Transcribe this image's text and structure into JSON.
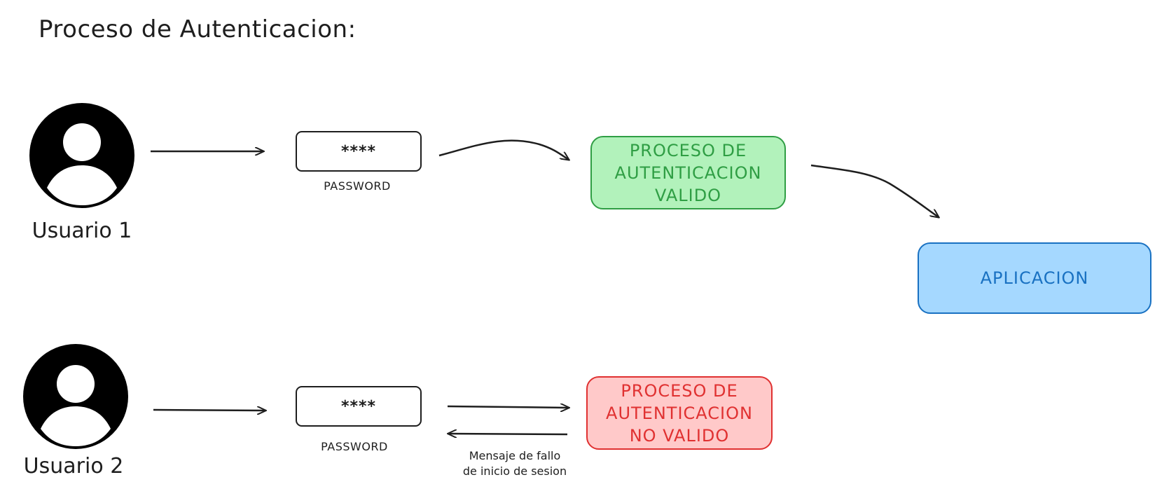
{
  "title": "Proceso de Autenticacion:",
  "users": [
    {
      "label": "Usuario 1"
    },
    {
      "label": "Usuario 2"
    }
  ],
  "password_boxes": [
    {
      "value": "****",
      "label": "PASSWORD"
    },
    {
      "value": "****",
      "label": "PASSWORD"
    }
  ],
  "process_valid": {
    "line1": "PROCESO DE",
    "line2": "AUTENTICACION",
    "line3": "VALIDO"
  },
  "process_invalid": {
    "line1": "PROCESO DE",
    "line2": "AUTENTICACION",
    "line3": "NO VALIDO"
  },
  "application": {
    "label": "APLICACION"
  },
  "failure_message": {
    "line1": "Mensaje de fallo",
    "line2": "de inicio de sesion"
  },
  "colors": {
    "valid_fill": "#b2f2bb",
    "valid_stroke": "#2f9e44",
    "invalid_fill": "#ffc9c9",
    "invalid_stroke": "#e03131",
    "app_fill": "#a5d8ff",
    "app_stroke": "#1971c2",
    "ink": "#1e1e1e"
  }
}
